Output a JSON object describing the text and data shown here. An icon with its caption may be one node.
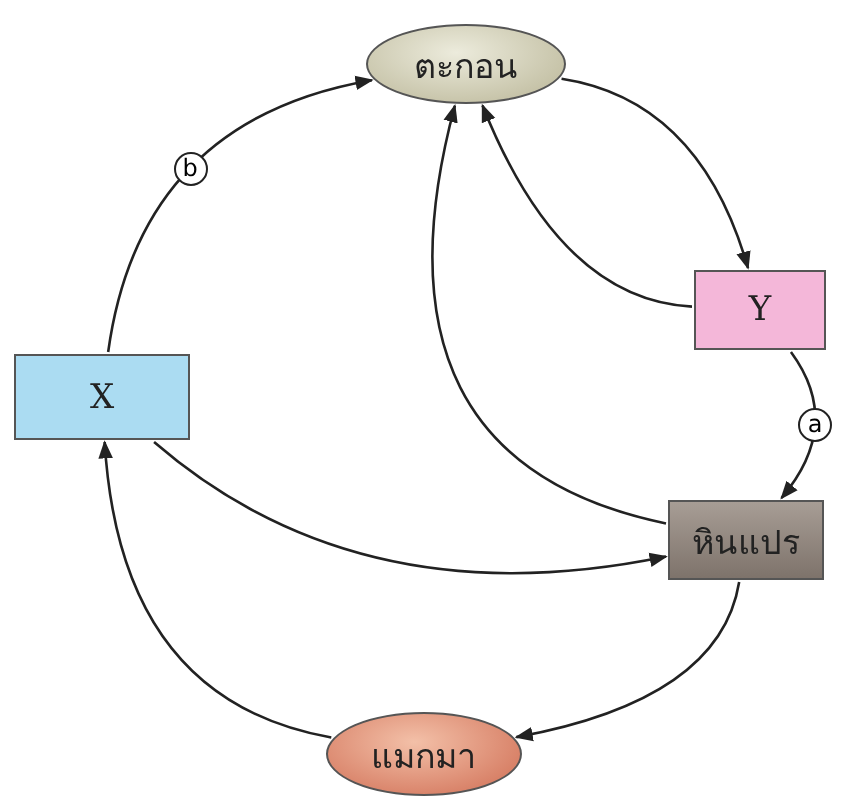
{
  "diagram": {
    "nodes": [
      {
        "text": [
          "ตะกอน"
        ]
      },
      {
        "text": [
          "Y"
        ]
      },
      {
        "text": [
          "หินแปร"
        ]
      },
      {
        "text": [
          "แมกมา"
        ]
      },
      {
        "text": [
          "X"
        ]
      }
    ],
    "edges": [
      {
        "from": 0,
        "to": 1,
        "arrow": "to"
      },
      {
        "from": 1,
        "to": 0,
        "arrow": "to"
      },
      {
        "from": 1,
        "to": 2,
        "arrow": "to",
        "label": "a"
      },
      {
        "from": 2,
        "to": 0,
        "arrow": "to"
      },
      {
        "from": 4,
        "to": 2,
        "arrow": "to"
      },
      {
        "from": 2,
        "to": 3,
        "arrow": "to"
      },
      {
        "from": 3,
        "to": 4,
        "arrow": "to"
      },
      {
        "from": 4,
        "to": 0,
        "arrow": "to",
        "label": "b"
      }
    ]
  }
}
